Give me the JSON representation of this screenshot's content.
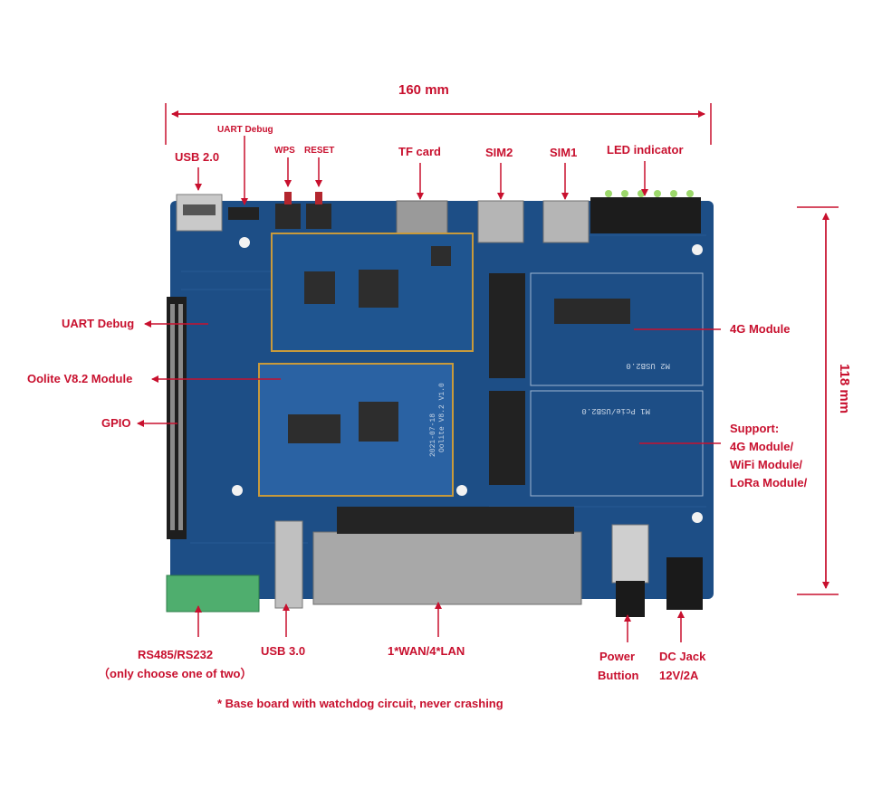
{
  "dimensions": {
    "width": "160 mm",
    "height": "118 mm"
  },
  "labels": {
    "uart_debug_top": "UART Debug",
    "usb2": "USB 2.0",
    "wps": "WPS",
    "reset": "RESET",
    "tf_card": "TF card",
    "sim2": "SIM2",
    "sim1": "SIM1",
    "led_indicator": "LED indicator",
    "uart_debug_left": "UART Debug",
    "module": "Oolite V8.2 Module",
    "gpio": "GPIO",
    "module_4g": "4G Module",
    "support_title": "Support:",
    "support_1": "4G Module/",
    "support_2": "WiFi Module/",
    "support_3": "LoRa Module/",
    "rs485_line1": "RS485/RS232",
    "rs485_line2": "（only choose one of two）",
    "usb3": "USB 3.0",
    "wan_lan": "1*WAN/4*LAN",
    "power_line1": "Power",
    "power_line2": "Buttion",
    "dc_line1": "DC Jack",
    "dc_line2": "12V/2A",
    "note": "* Base  board with watchdog circuit, never crashing"
  },
  "board_silkscreen": {
    "m2_usb": "M2 USB2.0",
    "m1_pcie": "M1 Pcie/USB2.0",
    "module_mark": "Oolite V8.2 V1.0",
    "date_mark": "2021-07-18"
  },
  "colors": {
    "label": "#c8102e",
    "pcb": "#1d4e86",
    "module_pcb": "#2a62a3",
    "terminal": "#4fae6e"
  }
}
